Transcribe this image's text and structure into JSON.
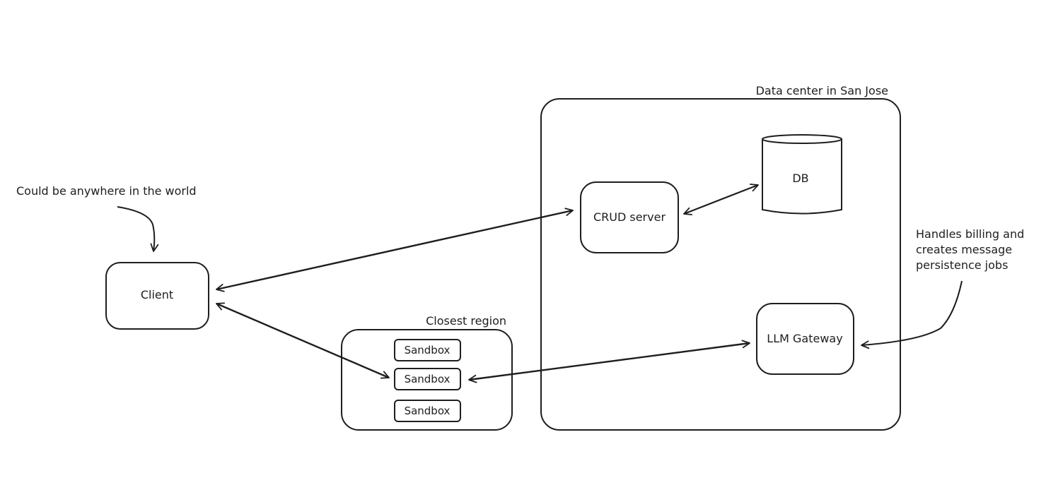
{
  "notes": {
    "client_location": "Could be anywhere in the world",
    "gateway_role": "Handles billing and\ncreates message\npersistence jobs"
  },
  "groups": {
    "data_center": "Data center in San Jose",
    "closest_region": "Closest region"
  },
  "nodes": {
    "client": "Client",
    "crud_server": "CRUD server",
    "db": "DB",
    "llm_gateway": "LLM Gateway",
    "sandboxes": [
      "Sandbox",
      "Sandbox",
      "Sandbox"
    ]
  },
  "colors": {
    "stroke": "#1e1e1e",
    "background": "#ffffff"
  }
}
